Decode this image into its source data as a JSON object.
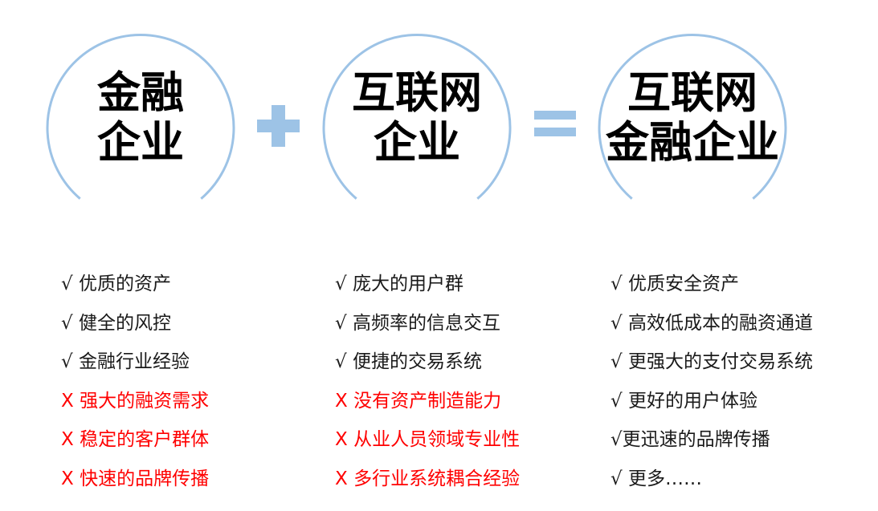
{
  "colors": {
    "circle_stroke": "#9dc3e6",
    "operator_fill": "#9dc3e6",
    "positive_text": "#1a1a1a",
    "negative_text": "#ff0000"
  },
  "circles": [
    {
      "line1": "金融",
      "line2": "企业"
    },
    {
      "line1": "互联网",
      "line2": "企业"
    },
    {
      "line1": "互联网",
      "line2": "金融企业"
    }
  ],
  "operators": {
    "plus": "plus-sign",
    "equals": "equals-sign"
  },
  "columns": [
    {
      "items": [
        {
          "text": "√ 优质的资产",
          "negative": false
        },
        {
          "text": "√ 健全的风控",
          "negative": false
        },
        {
          "text": "√ 金融行业经验",
          "negative": false
        },
        {
          "text": "X 强大的融资需求",
          "negative": true
        },
        {
          "text": "X 稳定的客户群体",
          "negative": true
        },
        {
          "text": "X 快速的品牌传播",
          "negative": true
        }
      ]
    },
    {
      "items": [
        {
          "text": "√ 庞大的用户群",
          "negative": false
        },
        {
          "text": "√ 高频率的信息交互",
          "negative": false
        },
        {
          "text": "√ 便捷的交易系统",
          "negative": false
        },
        {
          "text": "X 没有资产制造能力",
          "negative": true
        },
        {
          "text": "X 从业人员领域专业性",
          "negative": true
        },
        {
          "text": "X 多行业系统耦合经验",
          "negative": true
        }
      ]
    },
    {
      "items": [
        {
          "text": "√ 优质安全资产",
          "negative": false
        },
        {
          "text": "√ 高效低成本的融资通道",
          "negative": false
        },
        {
          "text": "√ 更强大的支付交易系统",
          "negative": false
        },
        {
          "text": "√ 更好的用户体验",
          "negative": false
        },
        {
          "text": "√更迅速的品牌传播",
          "negative": false
        },
        {
          "text": "√ 更多……",
          "negative": false
        }
      ]
    }
  ]
}
